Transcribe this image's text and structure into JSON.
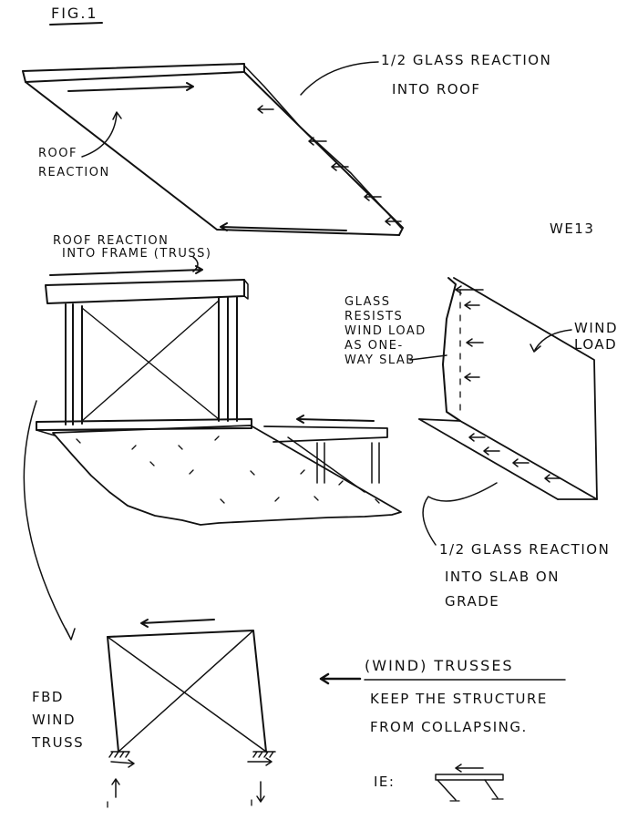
{
  "figure": {
    "label": "FIG.1",
    "id_code": "WE13"
  },
  "roof": {
    "glass_reaction_line1": "1/2 GLASS REACTION",
    "glass_reaction_line2": "INTO ROOF",
    "roof_reaction_line1": "ROOF",
    "roof_reaction_line2": "REACTION"
  },
  "frame": {
    "roof_into_frame_line1": "ROOF REACTION",
    "roof_into_frame_line2": "INTO FRAME (TRUSS)"
  },
  "wall": {
    "glass_resists": [
      "GLASS",
      "RESISTS",
      "WIND LOAD",
      "AS ONE-",
      "WAY SLAB"
    ],
    "wind_load_line1": "WIND",
    "wind_load_line2": "LOAD",
    "slab_reaction_line1": "1/2 GLASS REACTION",
    "slab_reaction_line2": "INTO SLAB ON",
    "slab_reaction_line3": "GRADE"
  },
  "fbd": {
    "line1": "FBD",
    "line2": "WIND",
    "line3": "TRUSS"
  },
  "note": {
    "heading": "(WIND) TRUSSES",
    "line1": "KEEP THE STRUCTURE",
    "line2": "FROM COLLAPSING.",
    "ie": "IE:"
  }
}
